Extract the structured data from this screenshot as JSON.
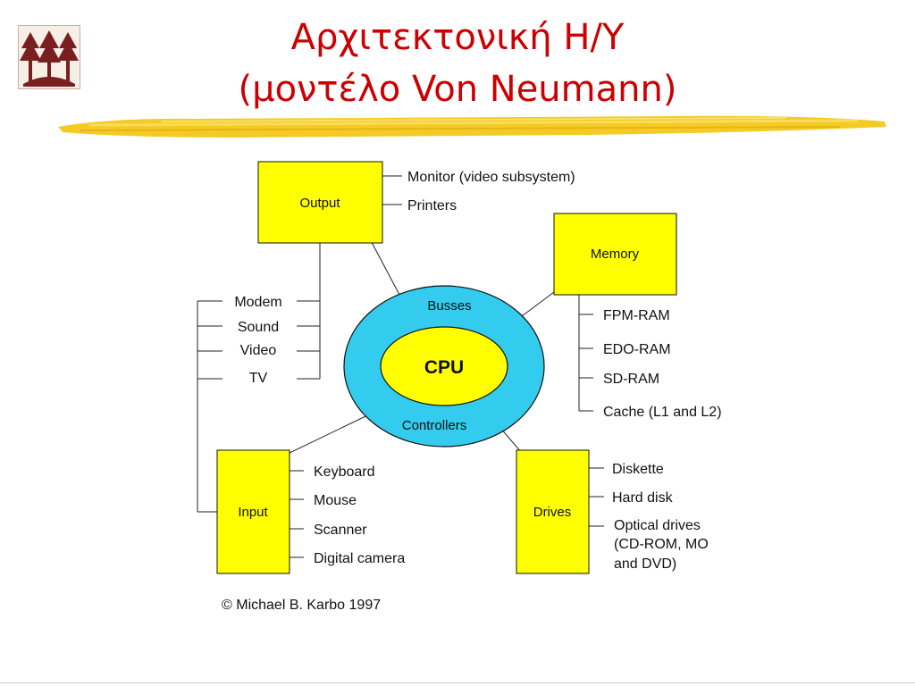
{
  "title": {
    "line1": "Αρχιτεκτονική Η/Υ",
    "line2": "(μοντέλο Von Neumann)"
  },
  "diagram": {
    "center": "CPU",
    "ring_top": "Busses",
    "ring_bottom": "Controllers",
    "output": {
      "label": "Output",
      "items": [
        "Monitor (video subsystem)",
        "Printers"
      ]
    },
    "memory": {
      "label": "Memory",
      "items": [
        "FPM-RAM",
        "EDO-RAM",
        "SD-RAM",
        "Cache (L1 and L2)"
      ]
    },
    "io_shared": {
      "items": [
        "Modem",
        "Sound",
        "Video",
        "TV"
      ]
    },
    "input": {
      "label": "Input",
      "items": [
        "Keyboard",
        "Mouse",
        "Scanner",
        "Digital camera"
      ]
    },
    "drives": {
      "label": "Drives",
      "items": [
        "Diskette",
        "Hard disk"
      ],
      "optical_lines": [
        "Optical drives",
        "(CD-ROM, MO",
        "and DVD)"
      ]
    },
    "copyright": "©  Michael B. Karbo 1997"
  },
  "colors": {
    "title": "#cc0000",
    "box_fill": "#ffff00",
    "ring_fill": "#33ccee",
    "core_fill": "#ffff00",
    "brush": "#f2c200"
  }
}
